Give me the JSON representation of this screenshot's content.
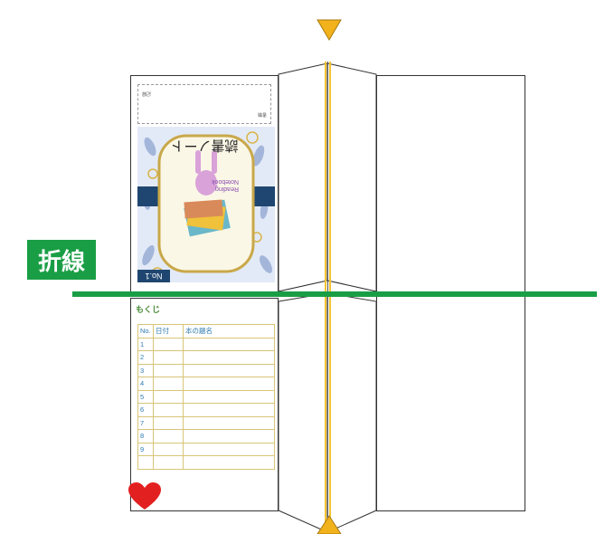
{
  "fold_label": "折線",
  "header_box": {
    "line1": "書籍",
    "line2": "記録"
  },
  "cover": {
    "title": "読書ノート",
    "tag": "No.1",
    "badge_line1": "Reading",
    "badge_line2": "Notebook"
  },
  "toc": {
    "title": "もくじ",
    "headers": [
      "No.",
      "日付",
      "本の題名"
    ],
    "rows": [
      "1",
      "2",
      "3",
      "4",
      "5",
      "6",
      "7",
      "8",
      "9",
      ""
    ]
  },
  "colors": {
    "fold_green": "#1a9e45",
    "marker_orange": "#f2b21b",
    "crease_yellow": "#f4c430",
    "heart_red": "#e32020"
  },
  "icons": {
    "top_marker": "triangle-down-icon",
    "bottom_marker": "triangle-up-icon",
    "heart": "heart-icon"
  }
}
